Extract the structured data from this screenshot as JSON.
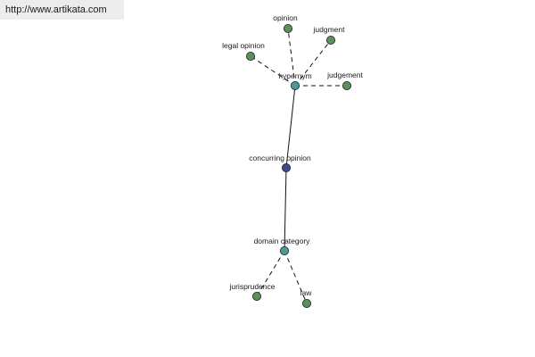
{
  "source_link": {
    "text": "http://www.artikata.com"
  },
  "colors": {
    "leaf": "#5b8f5b",
    "hub": "#4a9a96",
    "center": "#3a4a8f"
  },
  "nodes": [
    {
      "id": "opinion",
      "label": "opinion",
      "kind": "leaf"
    },
    {
      "id": "judgment",
      "label": "judgment",
      "kind": "leaf"
    },
    {
      "id": "legal-opinion",
      "label": "legal opinion",
      "kind": "leaf"
    },
    {
      "id": "judgement",
      "label": "judgement",
      "kind": "leaf"
    },
    {
      "id": "hypernym",
      "label": "hypernym",
      "kind": "hub"
    },
    {
      "id": "concurring-opinion",
      "label": "concurring opinion",
      "kind": "center"
    },
    {
      "id": "domain-category",
      "label": "domain category",
      "kind": "hub"
    },
    {
      "id": "jurisprudence",
      "label": "jurisprudence",
      "kind": "leaf"
    },
    {
      "id": "law",
      "label": "law",
      "kind": "leaf"
    }
  ],
  "edges": [
    {
      "from": "hypernym",
      "to": "opinion",
      "style": "dashed"
    },
    {
      "from": "hypernym",
      "to": "judgment",
      "style": "dashed"
    },
    {
      "from": "hypernym",
      "to": "legal-opinion",
      "style": "dashed"
    },
    {
      "from": "hypernym",
      "to": "judgement",
      "style": "dashed"
    },
    {
      "from": "concurring-opinion",
      "to": "hypernym",
      "style": "solid"
    },
    {
      "from": "concurring-opinion",
      "to": "domain-category",
      "style": "solid"
    },
    {
      "from": "domain-category",
      "to": "jurisprudence",
      "style": "dashed"
    },
    {
      "from": "domain-category",
      "to": "law",
      "style": "dashed"
    }
  ]
}
